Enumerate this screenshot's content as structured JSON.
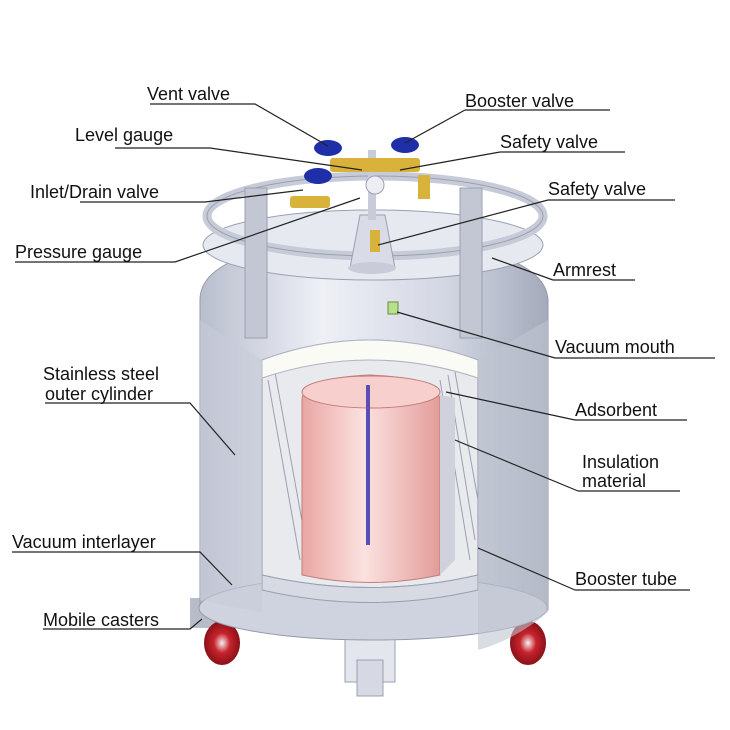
{
  "labels": {
    "vent_valve": "Vent valve",
    "booster_valve": "Booster valve",
    "level_gauge": "Level gauge",
    "safety_valve_1": "Safety valve",
    "inlet_drain_valve": "Inlet/Drain valve",
    "safety_valve_2": "Safety valve",
    "pressure_gauge": "Pressure gauge",
    "armrest": "Armrest",
    "vacuum_mouth": "Vacuum mouth",
    "outer_cylinder_line1": "Stainless steel",
    "outer_cylinder_line2": "outer cylinder",
    "adsorbent": "Adsorbent",
    "insulation_line1": "Insulation",
    "insulation_line2": "material",
    "vacuum_interlayer": "Vacuum interlayer",
    "booster_tube": "Booster tube",
    "mobile_casters": "Mobile casters"
  },
  "colors": {
    "steel": "#d6dae6",
    "steel_dark": "#a9aec0",
    "inner_pink": "#f3b7b4",
    "valve_blue": "#1f2fa8",
    "brass": "#d8b23a",
    "caster_red": "#c8232c",
    "label_text": "#111111"
  }
}
